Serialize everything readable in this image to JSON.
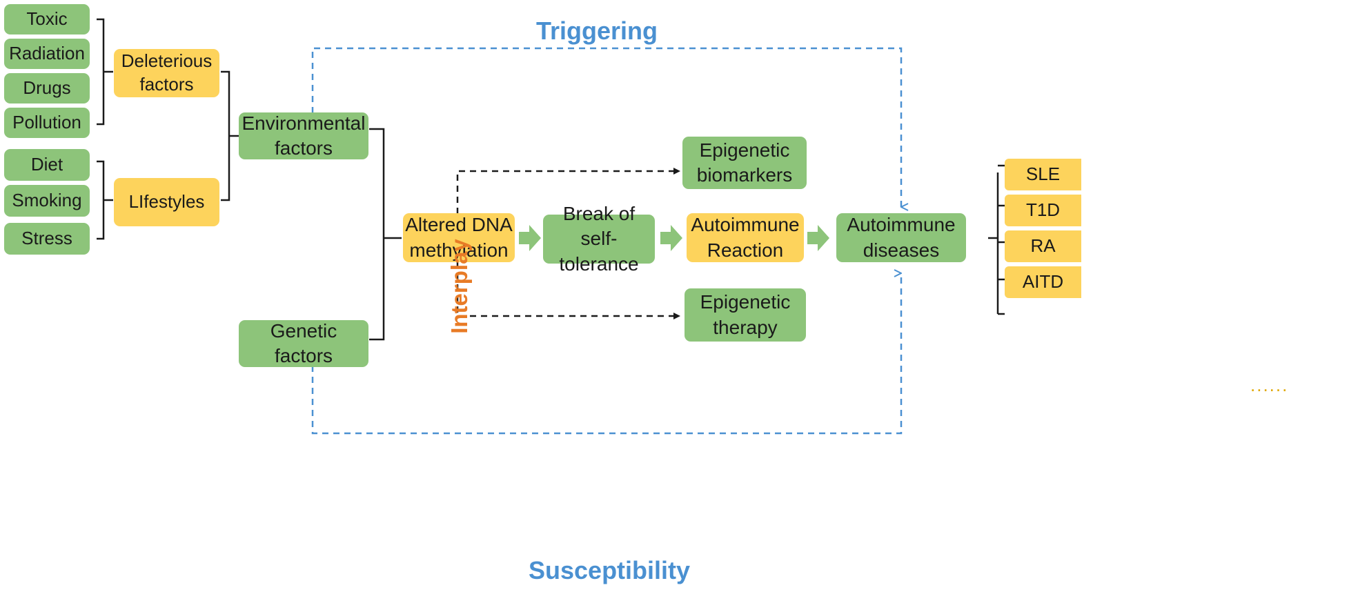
{
  "labels": {
    "triggering": "Triggering",
    "susceptibility": "Susceptibility",
    "interplay": "Interplay",
    "ellipsis": "......"
  },
  "exposures": {
    "toxic": "Toxic",
    "radiation": "Radiation",
    "drugs": "Drugs",
    "pollution": "Pollution",
    "diet": "Diet",
    "smoking": "Smoking",
    "stress": "Stress"
  },
  "groups": {
    "deleterious": "Deleterious\nfactors",
    "lifestyles": "LIfestyles"
  },
  "factors": {
    "environmental": "Environmental\nfactors",
    "genetic": "Genetic\nfactors"
  },
  "pathway": {
    "altered_dna": "Altered DNA\nmethylation",
    "break_tolerance": "Break of self-\ntolerance",
    "autoimmune_reaction": "Autoimmune\nReaction",
    "autoimmune_diseases": "Autoimmune\ndiseases",
    "epigenetic_biomarkers": "Epigenetic\nbiomarkers",
    "epigenetic_therapy": "Epigenetic\ntherapy"
  },
  "diseases": {
    "sle": "SLE",
    "t1d": "T1D",
    "ra": "RA",
    "aitd": "AITD"
  },
  "colors": {
    "green_box": "#8dc47a",
    "yellow_box": "#fdd35c",
    "blue_dashed": "#4a90d1",
    "orange_text": "#e87b26",
    "black_line": "#1a1a1a",
    "green_arrow": "#8dc47a"
  }
}
